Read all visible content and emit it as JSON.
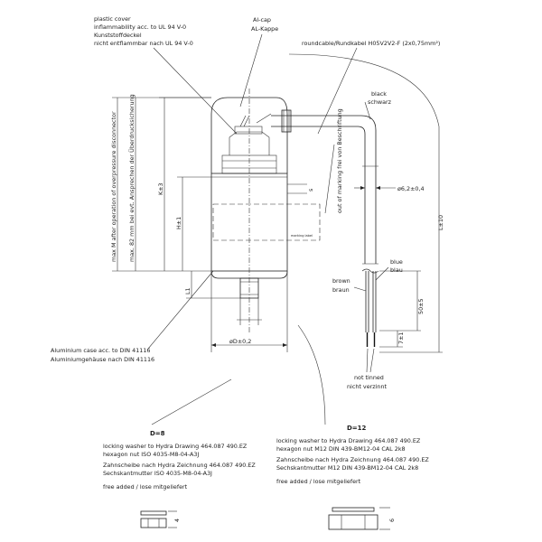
{
  "callouts": {
    "plastic_cover": [
      "plastic cover",
      "inflammability acc. to UL 94 V-0",
      "Kunststoffdeckel",
      "nicht entflammbar nach UL 94 V-0"
    ],
    "al_cap": [
      "Al-cap",
      "AL-Kappe"
    ],
    "roundcable": "roundcable/Rundkabel H05V2V2-F (2x0,75mm²)",
    "black": [
      "black",
      "schwarz"
    ],
    "brown": [
      "brown",
      "braun"
    ],
    "blue": [
      "blue",
      "blau"
    ],
    "not_tinned": [
      "not tinned",
      "nicht verzinnt"
    ],
    "aluminium_case": [
      "Aluminium case acc. to DIN 41116",
      "Aluminiumgehäuse nach DIN 41116"
    ],
    "max_m": "max M after operation of overpressure disconnector",
    "max_82": "max. 82 mm bei evt. Ansprechen der Überdrucksicherung",
    "out_of_marking": "out of marking frei von Beschriftung"
  },
  "dimensions": {
    "k": "K±3",
    "h": "H±1",
    "l1": "L1",
    "s": "s",
    "dia_cable": "ø6,2±0,4",
    "l_cable": "L±10",
    "d": "øD±0,2",
    "lead_50": "50±5",
    "lead_7": "7±1"
  },
  "washers": [
    {
      "title": "D=8",
      "lines": [
        "locking washer to Hydra Drawing 464.087 490.EZ",
        "hexagon nut ISO 4035-M8-04-A3J",
        "Zahnscheibe nach Hydra Zeichnung 464.087 490.EZ",
        "Sechskantmutter ISO 4035-M8-04-A3J"
      ],
      "free": "free added / lose mitgeliefert"
    },
    {
      "title": "D=12",
      "lines": [
        "locking washer to Hydra Drawing 464.087 490.EZ",
        "hexagon nut M12 DIN 439-BM12-04 CAL 2k8",
        "Zahnscheibe nach Hydra Zeichnung 464.087 490.EZ",
        "Sechskantmutter M12 DIN 439-BM12-04 CAL 2k8"
      ],
      "free": "free added / lose mitgeliefert"
    }
  ],
  "nut_dims": {
    "left": "4",
    "right": "6"
  },
  "label_watermark": "marking label"
}
